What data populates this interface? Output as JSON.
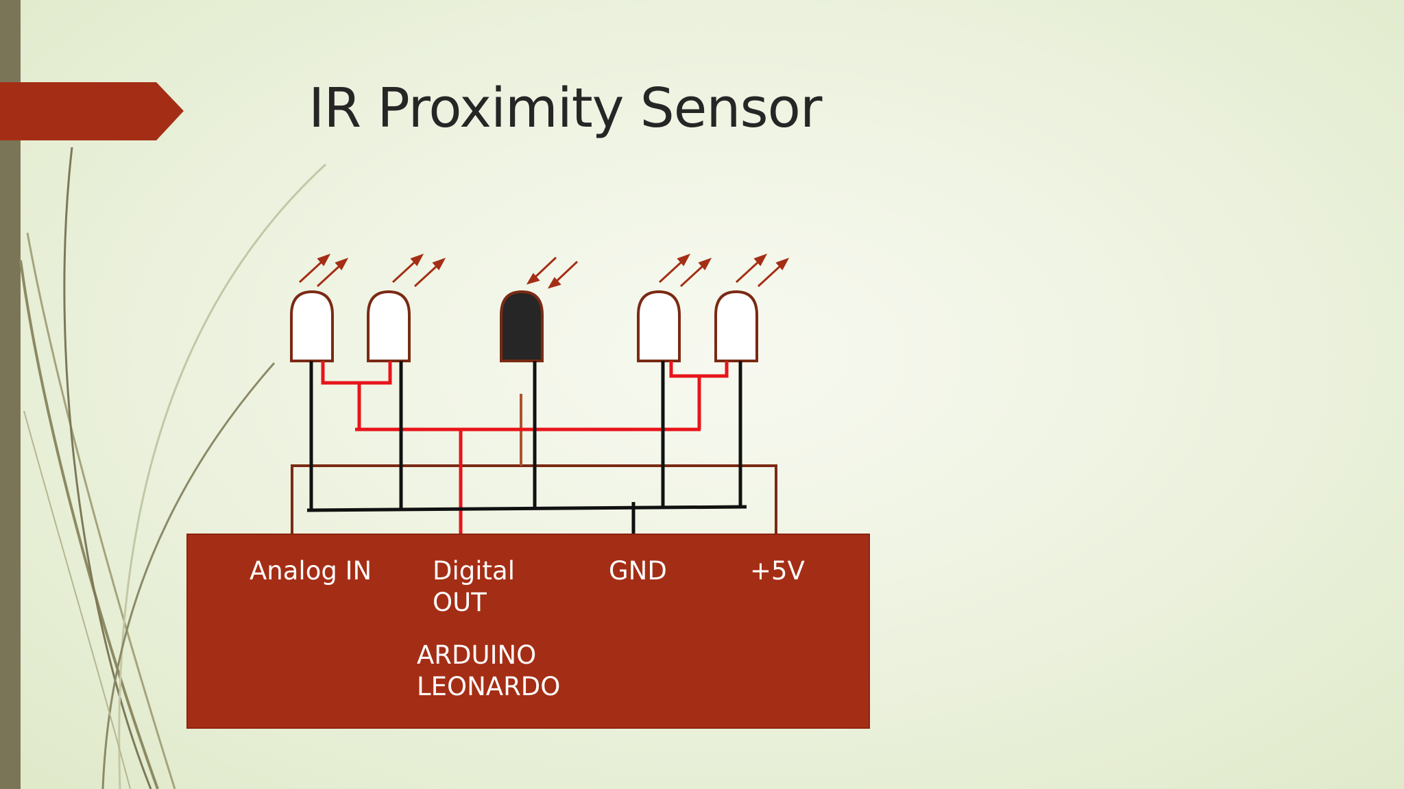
{
  "slide": {
    "title": "IR Proximity Sensor"
  },
  "board": {
    "pins": {
      "analog": "Analog IN",
      "digital_line1": "Digital",
      "digital_line2": "OUT",
      "gnd": "GND",
      "vcc": "+5V"
    },
    "name_line1": "ARDUINO",
    "name_line2": "LEONARDO"
  },
  "colors": {
    "accent": "#a42e15",
    "left_bar": "#7b7558",
    "signal_wire": "#e8141a",
    "ground_wire": "#111111",
    "outline": "#7a2a14"
  }
}
